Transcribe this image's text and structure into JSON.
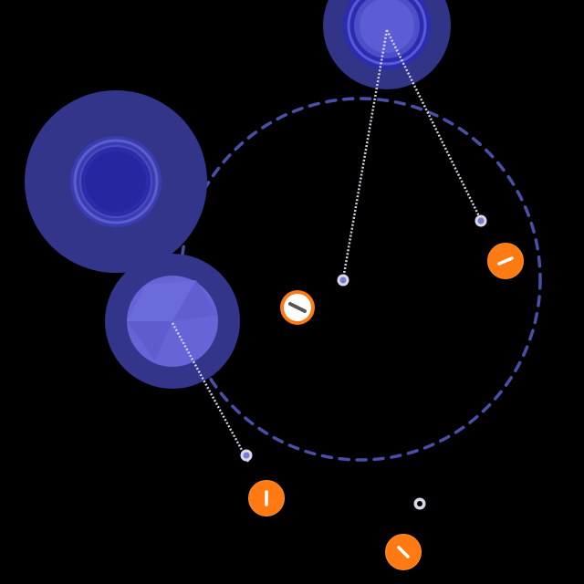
{
  "game": {
    "background_color": "#000000",
    "colors": {
      "orbit_ring": "#4a4fa8",
      "planet_halo": "#3a3d96",
      "planet_core_dark": "#2a2aa8",
      "planet_core_light": "#6a68d8",
      "tether": "#cfcfe0",
      "node_fill": "#7a7ad0",
      "node_ring": "#d8d8e8",
      "pod_fill": "#ff7a12",
      "pod_border": "#ff8a1e",
      "pod_glyph": "#ffffff",
      "player_fill": "#ffffff",
      "player_border": "#ff7a12",
      "player_glyph": "#555555"
    },
    "planets": [
      {
        "id": "planet-top",
        "style": "rings",
        "spin_deg": 0
      },
      {
        "id": "planet-left",
        "style": "rings",
        "spin_deg": 0
      },
      {
        "id": "planet-lower-left",
        "style": "faceted",
        "spin_deg": 0
      }
    ],
    "player": {
      "heading_deg": 30
    },
    "pods": [
      {
        "id": "pod-right",
        "glyph_angle_deg": -20
      },
      {
        "id": "pod-bottom-left",
        "glyph_angle_deg": 90
      },
      {
        "id": "pod-bottom-right",
        "glyph_angle_deg": 45
      }
    ]
  }
}
